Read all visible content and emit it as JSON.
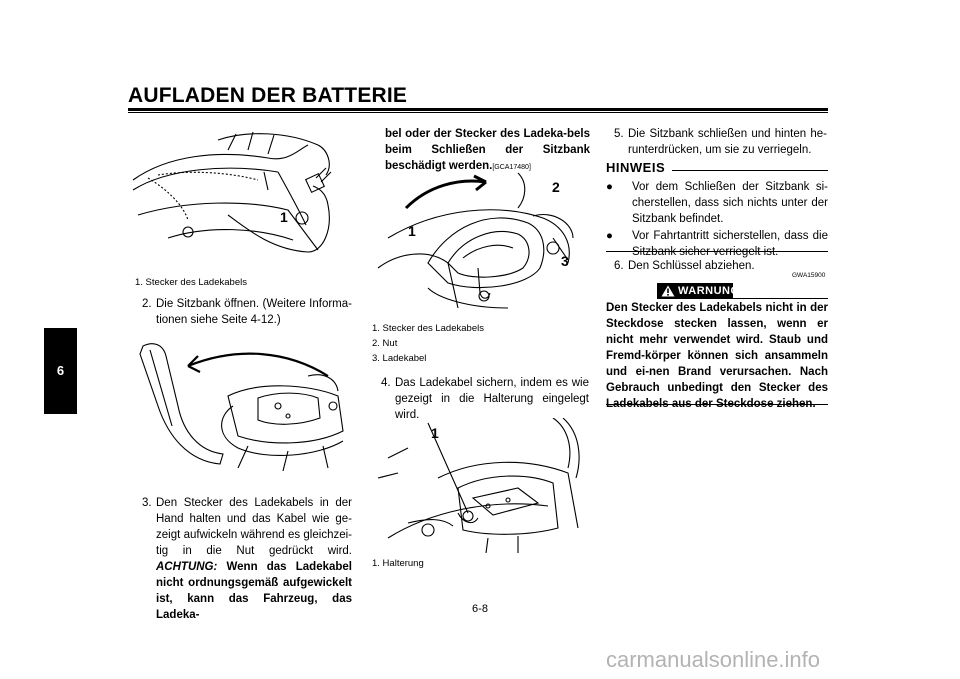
{
  "page": {
    "title": "AUFLADEN DER BATTERIE",
    "chapter_tab": "6",
    "page_number": "6-8",
    "watermark": "carmanualsonline.info"
  },
  "figures": {
    "fig1": {
      "callouts": [
        "1"
      ],
      "captions": [
        "1.  Stecker des Ladekabels"
      ]
    },
    "fig2": {
      "callouts": []
    },
    "fig3": {
      "callouts": [
        "1",
        "2",
        "3"
      ],
      "captions": [
        "1.  Stecker des Ladekabels",
        "2.  Nut",
        "3.  Ladekabel"
      ]
    },
    "fig4": {
      "callouts": [
        "1"
      ],
      "captions": [
        "1.  Halterung"
      ]
    }
  },
  "steps": {
    "s2": {
      "num": "2.",
      "text": "Die Sitzbank öffnen. (Weitere Informa-tionen siehe Seite 4-12.)"
    },
    "s3": {
      "num": "3.",
      "text": "Den Stecker des Ladekabels in der Hand halten und das Kabel wie ge-zeigt aufwickeln während es gleichzei-tig in die Nut gedrückt wird.",
      "achtung_label": "ACHTUNG:",
      "achtung_text": "Wenn das Ladekabel nicht ordnungsgemäß aufgewickelt ist, kann das Fahrzeug, das Ladeka-",
      "continued_text": "bel oder der Stecker des Ladeka-bels beim Schließen der Sitzbank beschädigt werden.",
      "code": "[GCA17480]"
    },
    "s4": {
      "num": "4.",
      "text": "Das Ladekabel sichern, indem es wie gezeigt in die Halterung eingelegt wird."
    },
    "s5": {
      "num": "5.",
      "text": "Die Sitzbank schließen und hinten he-runterdrücken, um sie zu verriegeln."
    },
    "s6": {
      "num": "6.",
      "text": "Den Schlüssel abziehen."
    }
  },
  "hinweis": {
    "label": "HINWEIS",
    "bullets": [
      "Vor dem Schließen der Sitzbank si-cherstellen, dass sich nichts unter der Sitzbank befindet.",
      "Vor Fahrtantritt sicherstellen, dass die Sitzbank sicher verriegelt ist."
    ]
  },
  "warning": {
    "code": "GWA15900",
    "label": "WARNUNG",
    "text": "Den Stecker des Ladekabels nicht in der Steckdose stecken lassen, wenn er nicht mehr verwendet wird. Staub und Fremd-körper können sich ansammeln und ei-nen Brand verursachen. Nach Gebrauch unbedingt den Stecker des Ladekabels aus der Steckdose ziehen."
  }
}
